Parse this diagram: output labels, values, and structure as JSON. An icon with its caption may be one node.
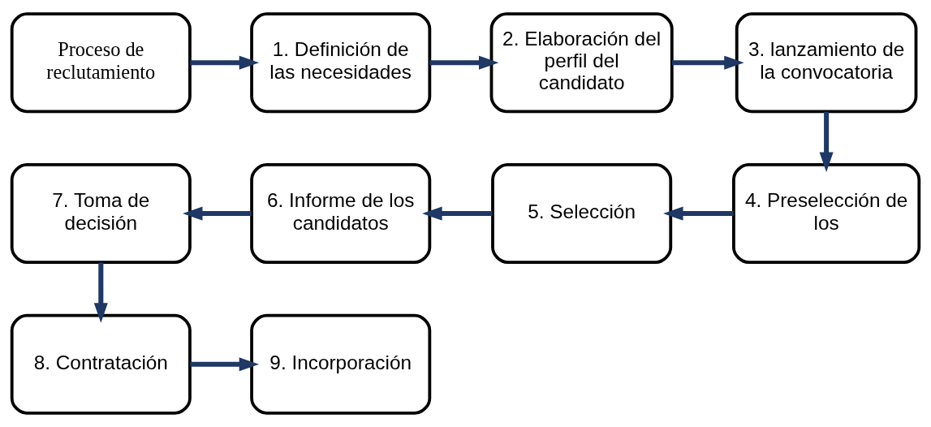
{
  "diagram": {
    "nodes": [
      {
        "text": [
          "Proceso de reclutamiento"
        ]
      },
      {
        "text": [
          "1. Definición de las necesidades"
        ]
      },
      {
        "text": [
          "2. Elaboración del perfil del candidato"
        ]
      },
      {
        "text": [
          "3. lanzamiento de la convocatoria"
        ]
      },
      {
        "text": [
          "4. Preselección de los"
        ]
      },
      {
        "text": [
          "5. Selección"
        ]
      },
      {
        "text": [
          "6. Informe de los candidatos"
        ]
      },
      {
        "text": [
          "7. Toma de decisión"
        ]
      },
      {
        "text": [
          "8. Contratación"
        ]
      },
      {
        "text": [
          "9. Incorporación"
        ]
      }
    ],
    "edges": [
      {
        "from": 0,
        "to": 1,
        "arrow": "to"
      },
      {
        "from": 1,
        "to": 2,
        "arrow": "to"
      },
      {
        "from": 2,
        "to": 3,
        "arrow": "to"
      },
      {
        "from": 3,
        "to": 4,
        "arrow": "to"
      },
      {
        "from": 4,
        "to": 5,
        "arrow": "to"
      },
      {
        "from": 5,
        "to": 6,
        "arrow": "to"
      },
      {
        "from": 6,
        "to": 7,
        "arrow": "to"
      },
      {
        "from": 7,
        "to": 8,
        "arrow": "to"
      },
      {
        "from": 8,
        "to": 9,
        "arrow": "to"
      }
    ]
  }
}
